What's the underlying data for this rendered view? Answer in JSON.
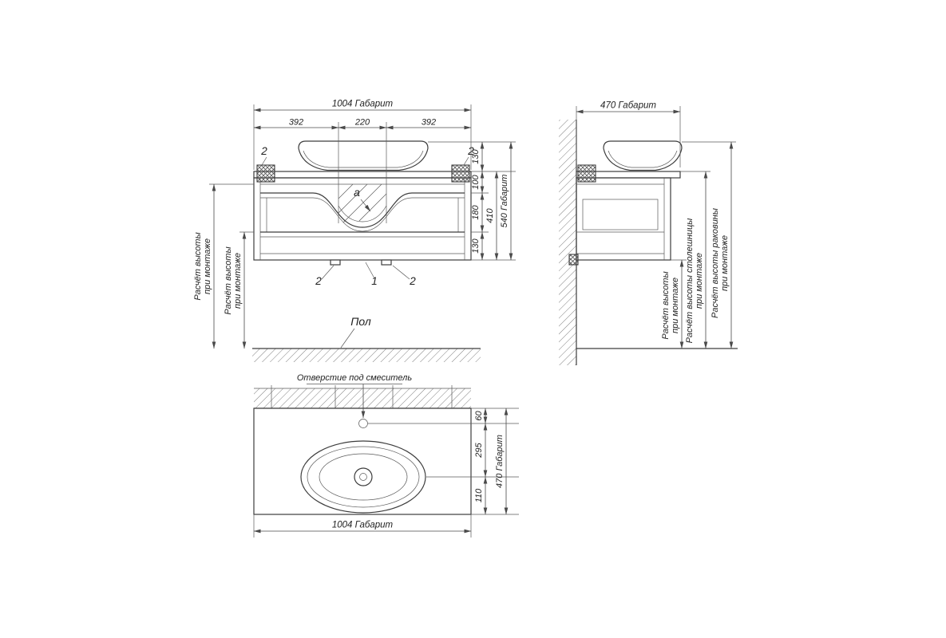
{
  "drawing": {
    "front_view": {
      "dims": {
        "total_width": "1004 Габарит",
        "seg_left": "392",
        "seg_center": "220",
        "seg_right": "392",
        "h_sink": "130",
        "h_top": "100",
        "h_drawer": "180",
        "h_bottom": "130",
        "h_cabinet": "410",
        "total_height": "540 Габарит"
      },
      "callouts": {
        "bracket_left": "2",
        "bracket_right": "2",
        "zone_a": "а",
        "item_1": "1",
        "item_2_left": "2",
        "item_2_right": "2"
      },
      "mount_height_outer_line1": "Расчёт высоты",
      "mount_height_outer_line2": "при монтаже",
      "mount_height_inner_line1": "Расчёт высоты",
      "mount_height_inner_line2": "при монтаже",
      "floor_label": "Пол"
    },
    "side_view": {
      "dims": {
        "total_depth": "470 Габарит"
      },
      "mount_height_line1": "Расчёт высоты",
      "mount_height_line2": "при монтаже",
      "countertop_height_line1": "Расчёт высоты столешницы",
      "countertop_height_line2": "при монтаже",
      "sink_height_line1": "Расчёт высоты раковины",
      "sink_height_line2": "при монтаже"
    },
    "top_view": {
      "faucet_hole_label": "Отверстие под смеситель",
      "dims": {
        "edge_to_faucet": "60",
        "faucet_to_drain": "295",
        "drain_to_front": "110",
        "total_depth": "470 Габарит",
        "total_width": "1004 Габарит"
      }
    }
  }
}
